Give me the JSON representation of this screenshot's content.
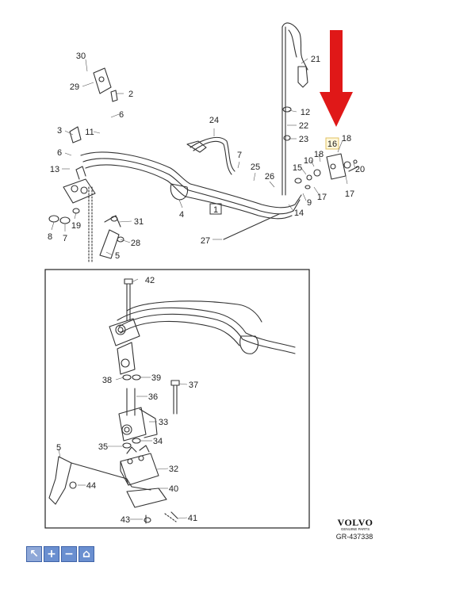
{
  "diagram": {
    "reference_label": "1",
    "highlighted_part": "16",
    "callouts_main": [
      "30",
      "29",
      "2",
      "6",
      "3",
      "11",
      "6",
      "13",
      "8",
      "7",
      "19",
      "31",
      "28",
      "5",
      "4",
      "24",
      "7",
      "25",
      "26",
      "27",
      "21",
      "12",
      "22",
      "23",
      "15",
      "10",
      "18",
      "16",
      "18",
      "20",
      "17",
      "9",
      "17",
      "14"
    ],
    "callouts_inset": [
      "42",
      "38",
      "39",
      "36",
      "37",
      "33",
      "35",
      "34",
      "5",
      "32",
      "44",
      "40",
      "43",
      "41"
    ]
  },
  "brand": {
    "name": "VOLVO",
    "tagline": "GENUINE PARTS",
    "code": "GR-437338"
  },
  "toolbar": {
    "buttons": [
      {
        "name": "pointer-tool-button",
        "icon": "cursor-icon",
        "glyph": "↖"
      },
      {
        "name": "zoom-in-button",
        "icon": "plus-icon",
        "glyph": "+"
      },
      {
        "name": "zoom-out-button",
        "icon": "minus-icon",
        "glyph": "−"
      },
      {
        "name": "home-button",
        "icon": "home-icon",
        "glyph": "⌂"
      }
    ]
  },
  "colors": {
    "arrow": "#e01818",
    "line": "#333333",
    "toolbar": "#6a8fd0"
  }
}
